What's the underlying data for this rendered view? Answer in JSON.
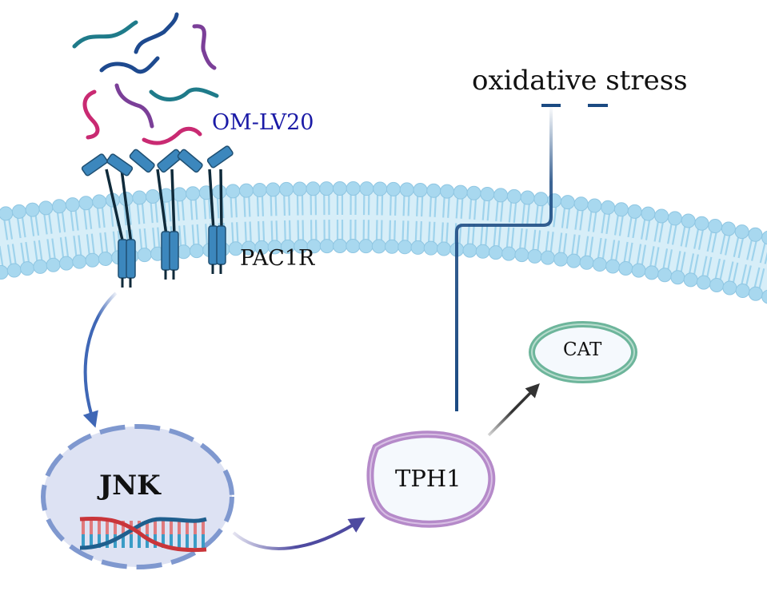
{
  "diagram": {
    "title": "OM-LV20 / PAC1R / JNK / TPH1 / CAT signaling and oxidative stress",
    "labels": {
      "ligand": "OM-LV20",
      "receptor": "PAC1R",
      "stress": "oxidative stress",
      "kinase": "JNK",
      "enzyme": "TPH1",
      "target": "CAT"
    },
    "colors": {
      "ligand_text": "#1a1aa6",
      "membrane": "#9fd3ec",
      "receptor": "#3c87bd",
      "inhibition_line": "#1b4a82",
      "jnk_fill": "#dde2f3",
      "jnk_border": "#7f98cf",
      "tph1_border": "#b58ac9",
      "cat_border": "#6db59b",
      "arrow_blue": "#3f67b6",
      "arrow_purple": "#4e4aa0",
      "arrow_dark": "#333333",
      "dna_red": "#c9353a",
      "dna_blue": "#1f5f8e",
      "peptide_teal": "#1f7b8a",
      "peptide_navy": "#1e4a8f",
      "peptide_purple": "#7b3f98",
      "peptide_magenta": "#c92a72"
    },
    "relations": [
      {
        "from": "OM-LV20",
        "to": "PAC1R",
        "type": "binds"
      },
      {
        "from": "PAC1R",
        "to": "JNK",
        "type": "activates"
      },
      {
        "from": "JNK",
        "to": "TPH1",
        "type": "activates"
      },
      {
        "from": "TPH1",
        "to": "CAT",
        "type": "activates"
      },
      {
        "from": "TPH1",
        "to": "oxidative stress",
        "type": "inhibits"
      },
      {
        "from": "CAT",
        "to": "oxidative stress",
        "type": "inhibits"
      }
    ]
  }
}
